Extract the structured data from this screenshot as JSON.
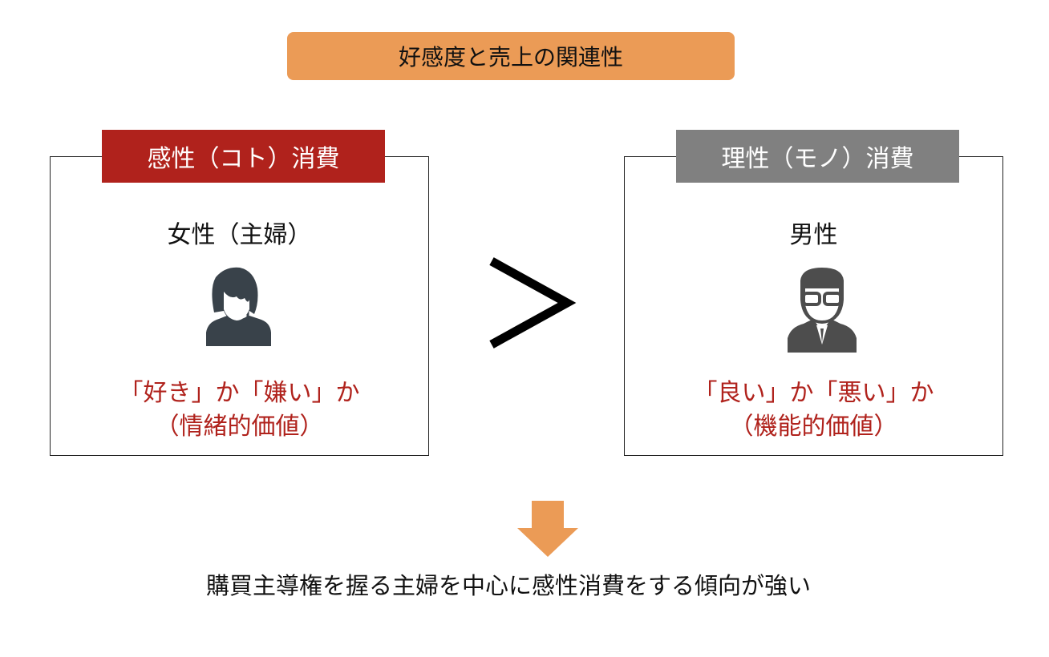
{
  "title": "好感度と売上の関連性",
  "left": {
    "label": "感性（コト）消費",
    "person": "女性（主婦）",
    "value_line1": "「好き」か「嫌い」か",
    "value_line2": "（情緒的価値）",
    "label_color": "#B0221C"
  },
  "comparison": ">",
  "right": {
    "label": "理性（モノ）消費",
    "person": "男性",
    "value_line1": "「良い」か「悪い」か",
    "value_line2": "（機能的価値）",
    "label_color": "#808080"
  },
  "conclusion": "購買主導権を握る主婦を中心に感性消費をする傾向が強い"
}
